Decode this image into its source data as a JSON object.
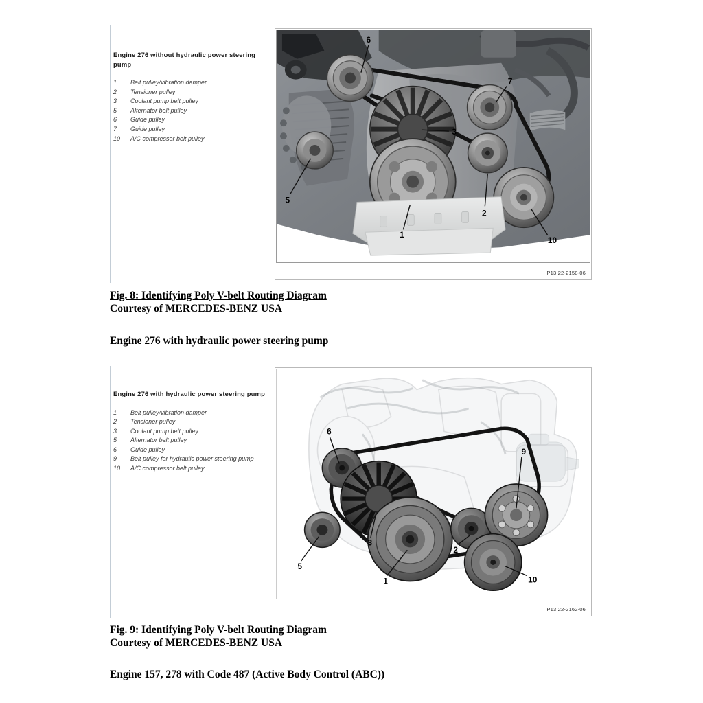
{
  "document": {
    "type": "service-manual-page",
    "page_background": "#ffffff"
  },
  "figures": [
    {
      "id": "figure-1",
      "legend": {
        "title": "Engine 276 without hydraulic power steering pump",
        "items": [
          {
            "num": "1",
            "label": "Belt pulley/vibration damper"
          },
          {
            "num": "2",
            "label": "Tensioner pulley"
          },
          {
            "num": "3",
            "label": "Coolant pump belt pulley"
          },
          {
            "num": "5",
            "label": "Alternator belt pulley"
          },
          {
            "num": "6",
            "label": "Guide pulley"
          },
          {
            "num": "7",
            "label": "Guide pulley"
          },
          {
            "num": "10",
            "label": "A/C compressor belt pulley"
          }
        ]
      },
      "image_code": "P13.22-2158-06",
      "callouts": [
        "6",
        "7",
        "3",
        "5",
        "1",
        "2",
        "10"
      ],
      "style": "grayscale-photograph"
    },
    {
      "id": "figure-2",
      "legend": {
        "title": "Engine 276 with hydraulic power steering pump",
        "items": [
          {
            "num": "1",
            "label": "Belt pulley/vibration damper"
          },
          {
            "num": "2",
            "label": "Tensioner pulley"
          },
          {
            "num": "3",
            "label": "Coolant pump belt pulley"
          },
          {
            "num": "5",
            "label": "Alternator belt pulley"
          },
          {
            "num": "6",
            "label": "Guide pulley"
          },
          {
            "num": "9",
            "label": "Belt pulley for hydraulic power steering pump"
          },
          {
            "num": "10",
            "label": "A/C compressor belt pulley"
          }
        ]
      },
      "image_code": "P13.22-2162-06",
      "callouts": [
        "6",
        "9",
        "3",
        "5",
        "1",
        "2",
        "10"
      ],
      "style": "line-drawing-illustration"
    }
  ],
  "captions": {
    "fig8": {
      "title": "Fig. 8: Identifying Poly V-belt Routing Diagram",
      "courtesy": "Courtesy of MERCEDES-BENZ USA"
    },
    "fig9": {
      "title": "Fig. 9: Identifying Poly V-belt Routing Diagram",
      "courtesy": "Courtesy of MERCEDES-BENZ USA"
    }
  },
  "headings": {
    "between_figures": "Engine 276 with hydraulic power steering pump",
    "bottom": "Engine 157, 278 with Code 487 (Active Body Control (ABC))"
  },
  "callout_labels": {
    "one": "1",
    "two": "2",
    "three": "3",
    "five": "5",
    "six": "6",
    "seven": "7",
    "nine": "9",
    "ten": "10"
  }
}
